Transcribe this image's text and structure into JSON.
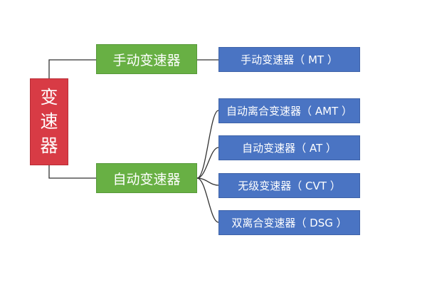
{
  "root": {
    "chars": [
      "变",
      "速",
      "器"
    ]
  },
  "branches": [
    {
      "label": "手动变速器",
      "children": [
        "手动变速器（ MT ）"
      ]
    },
    {
      "label": "自动变速器",
      "children": [
        "自动离合变速器（ AMT ）",
        "自动变速器（ AT ）",
        "无级变速器（ CVT ）",
        "双离合变速器（ DSG ）"
      ]
    }
  ],
  "colors": {
    "root": "#d83b45",
    "branch": "#68b044",
    "leaf": "#4a74c3",
    "connector": "#333333"
  }
}
